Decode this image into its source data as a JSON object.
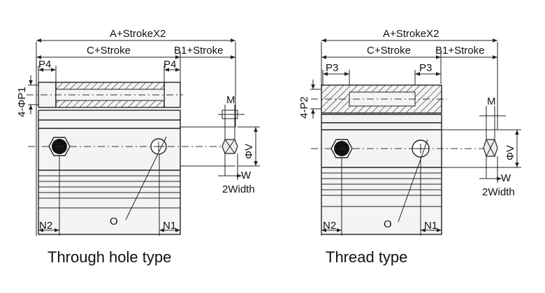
{
  "through_hole": {
    "dim_total": "A+StrokeX2",
    "dim_c": "C+Stroke",
    "dim_b1": "B1+Stroke",
    "dim_p_left": "P4",
    "dim_p_right": "P4",
    "dim_hole": "4-ΦP1",
    "dim_m": "M",
    "dim_v": "ΦV",
    "dim_w": "W",
    "dim_width": "2Width",
    "dim_o": "O",
    "dim_n2": "N2",
    "dim_n1": "N1",
    "caption": "Through hole type"
  },
  "thread": {
    "dim_total": "A+StrokeX2",
    "dim_c": "C+Stroke",
    "dim_b1": "B1+Stroke",
    "dim_p_left": "P3",
    "dim_p_right": "P3",
    "dim_hole": "4-P2",
    "dim_m": "M",
    "dim_v": "ΦV",
    "dim_w": "W",
    "dim_width": "2Width",
    "dim_o": "O",
    "dim_n2": "N2",
    "dim_n1": "N1",
    "caption": "Thread type"
  }
}
